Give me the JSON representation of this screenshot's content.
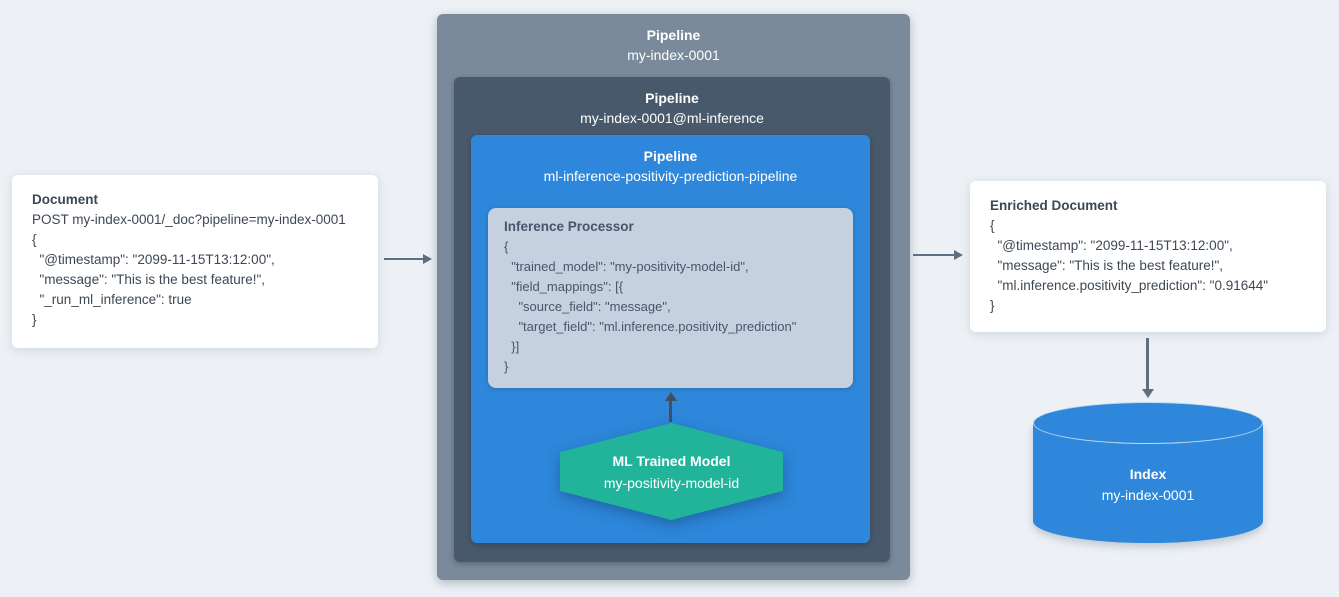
{
  "document_card": {
    "title": "Document",
    "code_lines": [
      "POST my-index-0001/_doc?pipeline=my-index-0001",
      "{",
      "  \"@timestamp\": \"2099-11-15T13:12:00\",",
      "  \"message\": \"This is the best feature!\",",
      "  \"_run_ml_inference\": true",
      "}"
    ]
  },
  "pipelines": {
    "outer": {
      "label": "Pipeline",
      "name": "my-index-0001"
    },
    "ml_inference": {
      "label": "Pipeline",
      "name": "my-index-0001@ml-inference"
    },
    "inference": {
      "label": "Pipeline",
      "name": "ml-inference-positivity-prediction-pipeline"
    }
  },
  "inference_processor": {
    "title": "Inference Processor",
    "code_lines": [
      "{",
      "  \"trained_model\": \"my-positivity-model-id\",",
      "  \"field_mappings\": [{",
      "    \"source_field\": \"message\",",
      "    \"target_field\": \"ml.inference.positivity_prediction\"",
      "  }]",
      "}"
    ]
  },
  "ml_trained_model": {
    "label": "ML Trained Model",
    "name": "my-positivity-model-id"
  },
  "enriched_document_card": {
    "title": "Enriched Document",
    "code_lines": [
      "{",
      "  \"@timestamp\": \"2099-11-15T13:12:00\",",
      "  \"message\": \"This is the best feature!\",",
      "  \"ml.inference.positivity_prediction\": \"0.91644\"",
      "}"
    ]
  },
  "index_cylinder": {
    "label": "Index",
    "name": "my-index-0001"
  },
  "colors": {
    "page_background": "#edf1f6",
    "outer_pipeline_box": "#7a8a9b",
    "ml_inference_pipeline_box": "#48596b",
    "inference_pipeline_box": "#2e87da",
    "processor_box": "#c6d1df",
    "trained_model_hexagon": "#22b49a",
    "index_cylinder": "#2e87da",
    "card_background": "#ffffff",
    "card_text": "#3d4854",
    "arrow": "#5d6f80"
  }
}
